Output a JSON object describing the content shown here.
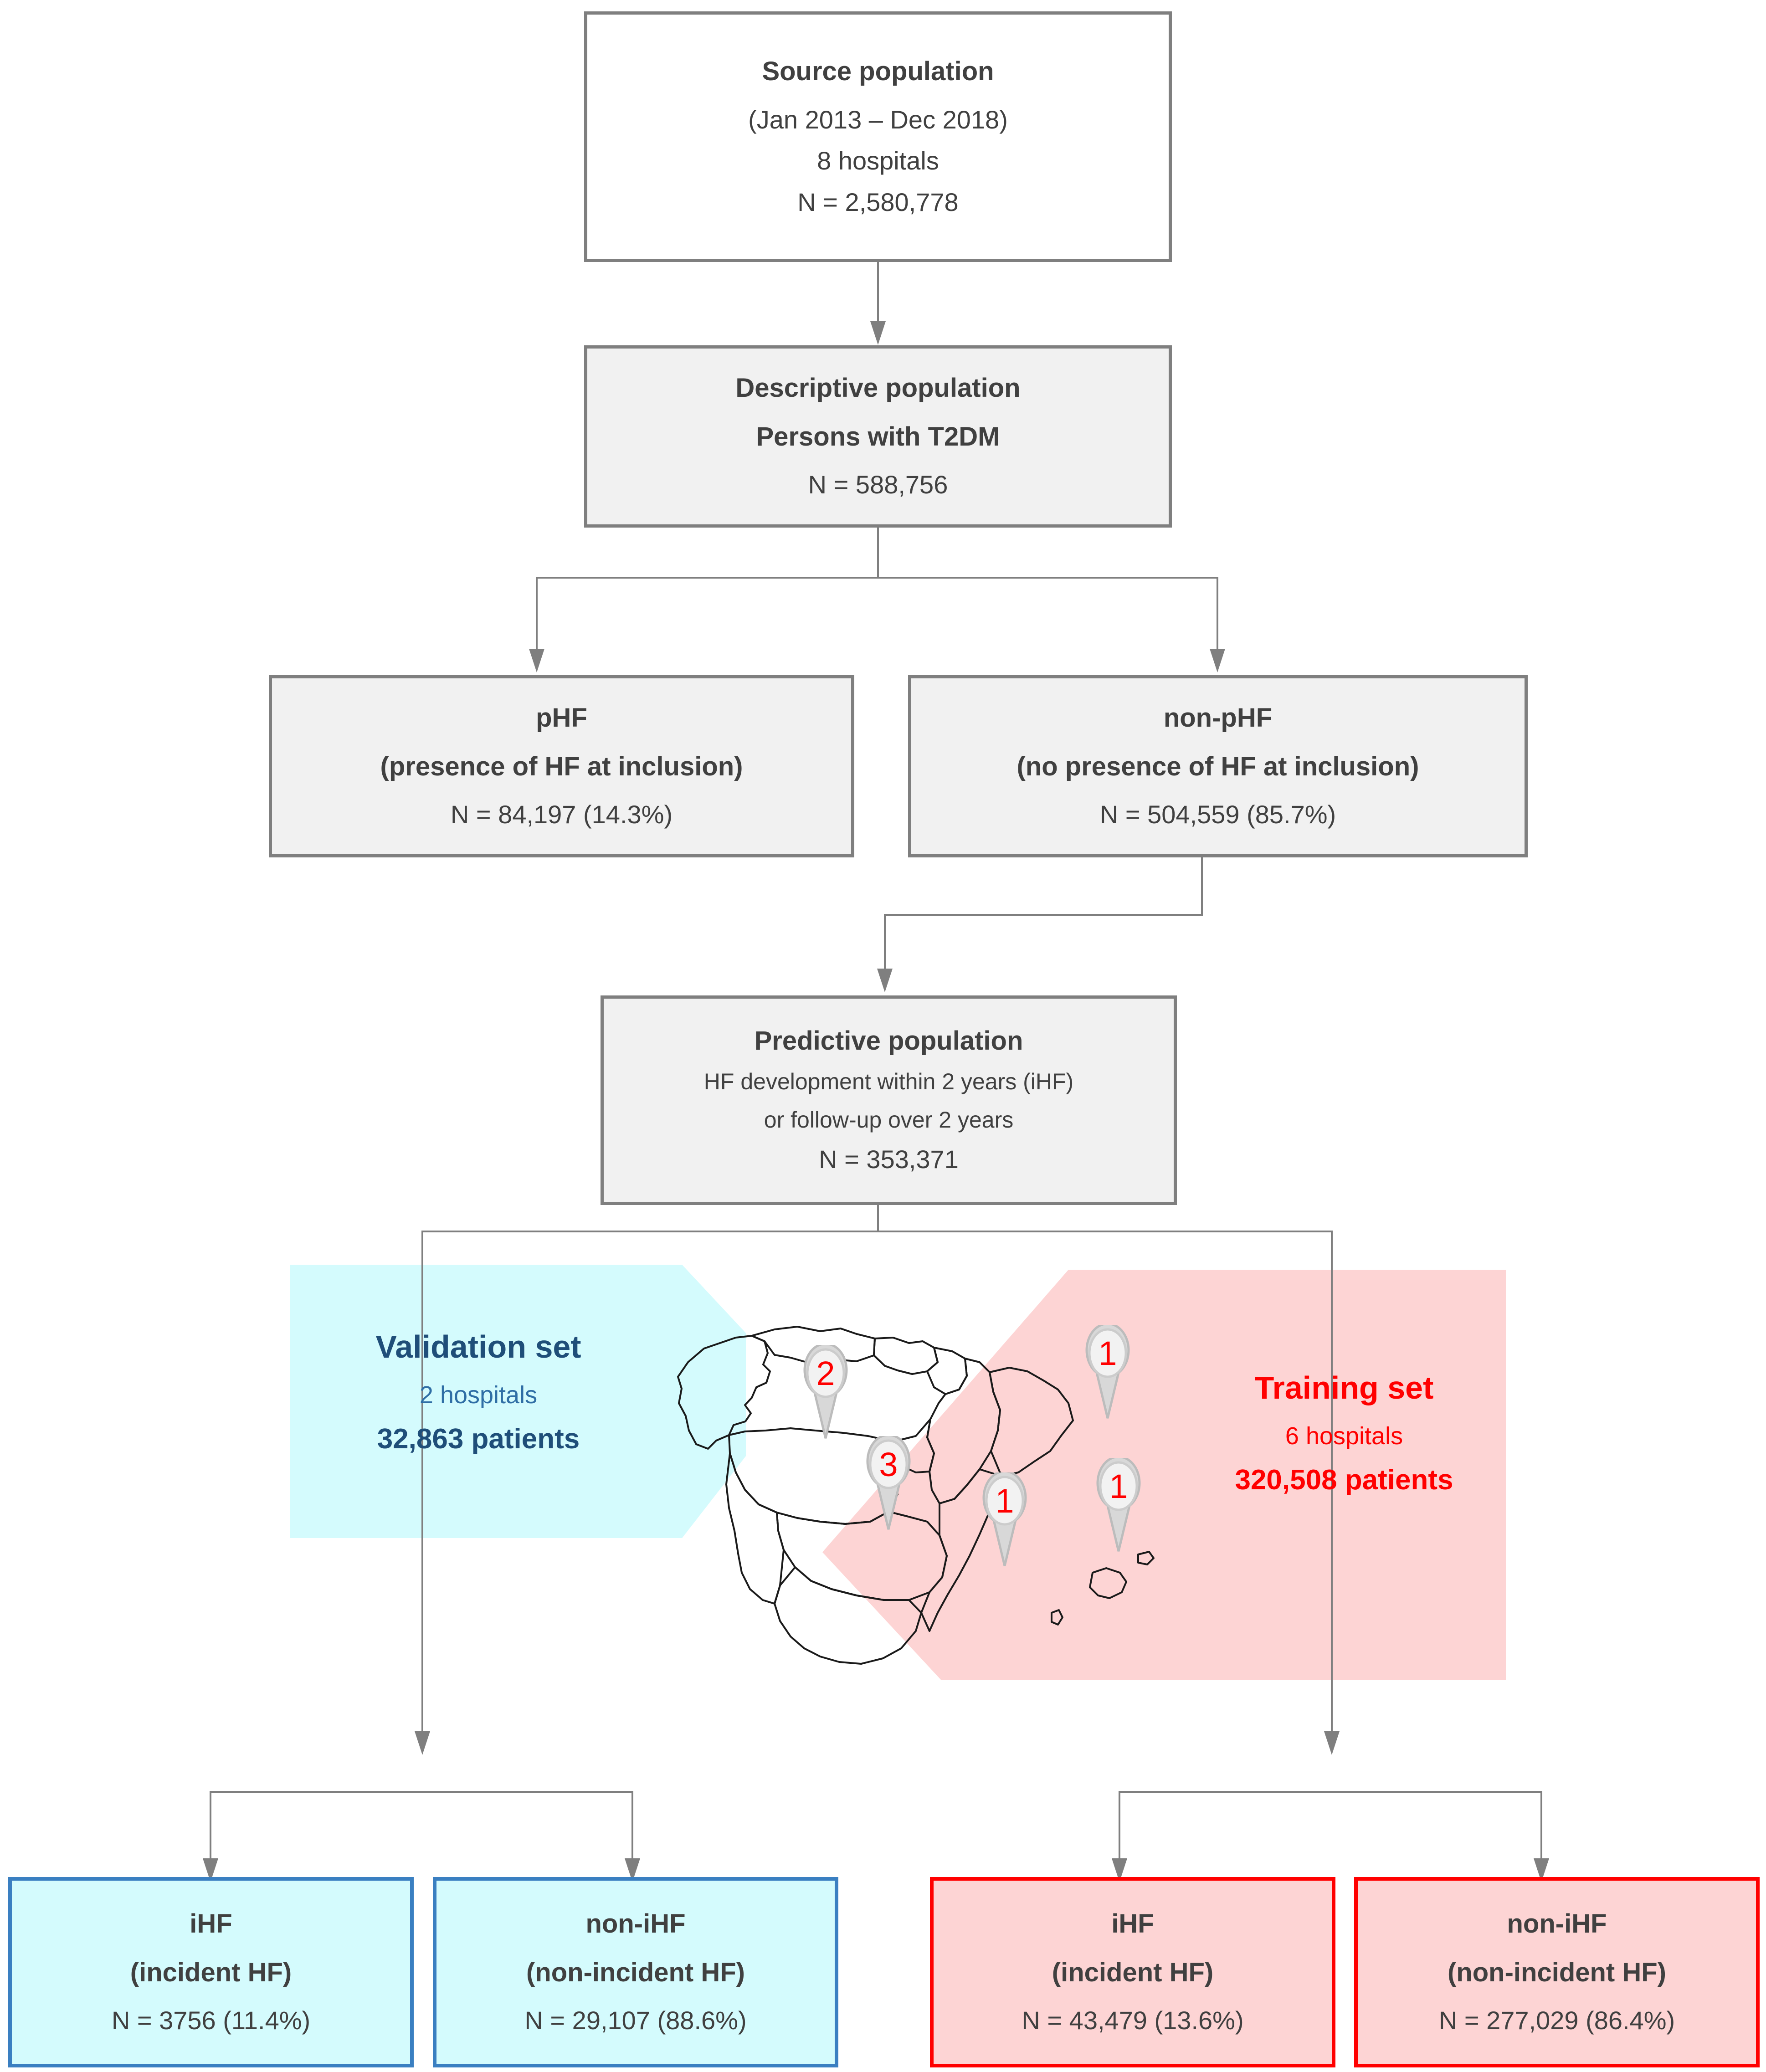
{
  "figure": {
    "type": "study-flow-diagram",
    "colors": {
      "box_border_grey": "#7f7f7f",
      "box_fill_grey": "#f1f1f1",
      "validation_fill": "#d4fbfd",
      "validation_border": "#3a7fc1",
      "validation_text": "#1f4e79",
      "training_fill": "#fdd4d4",
      "training_border": "#ff0000",
      "training_text": "#ff0000",
      "connector": "#7f7f7f"
    }
  },
  "source_population": {
    "title": "Source population",
    "period": "(Jan 2013 – Dec 2018)",
    "hospitals": "8 hospitals",
    "n": "N = 2,580,778"
  },
  "descriptive_population": {
    "title": "Descriptive population",
    "subtitle": "Persons with T2DM",
    "n": "N = 588,756"
  },
  "phf": {
    "title": "pHF",
    "definition": "(presence of HF at inclusion)",
    "n": "N = 84,197 (14.3%)"
  },
  "non_phf": {
    "title": "non-pHF",
    "definition": "(no presence of HF at inclusion)",
    "n": "N = 504,559 (85.7%)"
  },
  "predictive_population": {
    "title": "Predictive population",
    "line1": "HF development within 2 years (iHF)",
    "line2": "or follow-up over 2 years",
    "n": "N = 353,371"
  },
  "validation_set": {
    "title": "Validation set",
    "hospitals": "2 hospitals",
    "patients": "32,863 patients"
  },
  "training_set": {
    "title": "Training set",
    "hospitals": "6 hospitals",
    "patients": "320,508 patients"
  },
  "map": {
    "name": "spain-map",
    "markers": [
      {
        "label": "2",
        "region": "north-west-inland"
      },
      {
        "label": "1",
        "region": "north-east"
      },
      {
        "label": "3",
        "region": "north-central"
      },
      {
        "label": "1",
        "region": "east-coast"
      },
      {
        "label": "1",
        "region": "balearic-islands"
      }
    ]
  },
  "validation_outcomes": [
    {
      "title": "iHF",
      "definition": "(incident HF)",
      "n": "N = 3756 (11.4%)"
    },
    {
      "title": "non-iHF",
      "definition": "(non-incident HF)",
      "n": "N = 29,107 (88.6%)"
    }
  ],
  "training_outcomes": [
    {
      "title": "iHF",
      "definition": "(incident HF)",
      "n": "N = 43,479 (13.6%)"
    },
    {
      "title": "non-iHF",
      "definition": "(non-incident HF)",
      "n": "N = 277,029 (86.4%)"
    }
  ]
}
